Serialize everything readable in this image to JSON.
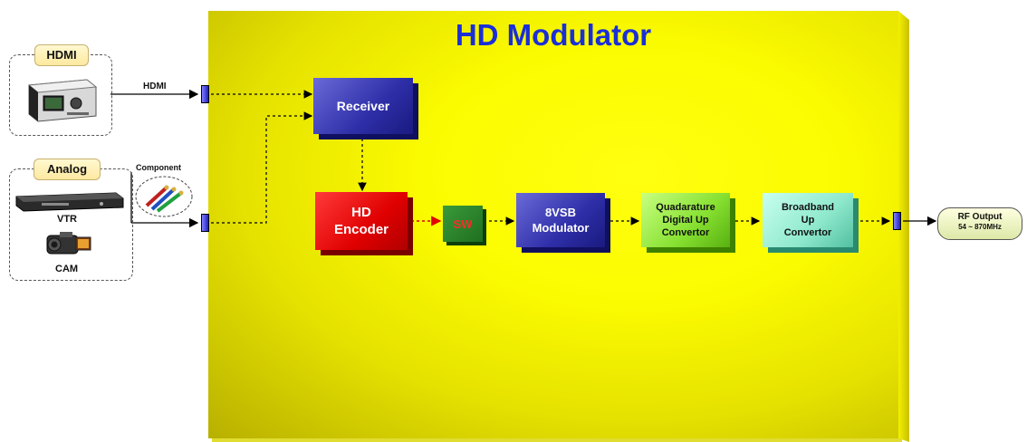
{
  "title": "HD Modulator",
  "inputs": {
    "hdmi_group_label": "HDMI",
    "hdmi_line_label": "HDMI",
    "analog_group_label": "Analog",
    "component_label": "Component",
    "vtr_label": "VTR",
    "cam_label": "CAM"
  },
  "blocks": {
    "receiver": "Receiver",
    "hd_encoder": "HD\nEncoder",
    "sw": "SW",
    "vsb_modulator": "8VSB\nModulator",
    "quadrature": "Quadarature\nDigital Up\nConvertor",
    "broadband": "Broadband\nUp\nConvertor"
  },
  "output": {
    "label": "RF Output",
    "range": "54 ~ 870MHz"
  },
  "colors": {
    "title": "#1a2fd8",
    "panel": "#ffff00",
    "receiver": "#3a3ab8",
    "encoder": "#e00000",
    "sw_text": "#ff2020",
    "modulator": "#3a3ab8",
    "quadrature": "#86e030",
    "broadband": "#8ee8cc"
  }
}
